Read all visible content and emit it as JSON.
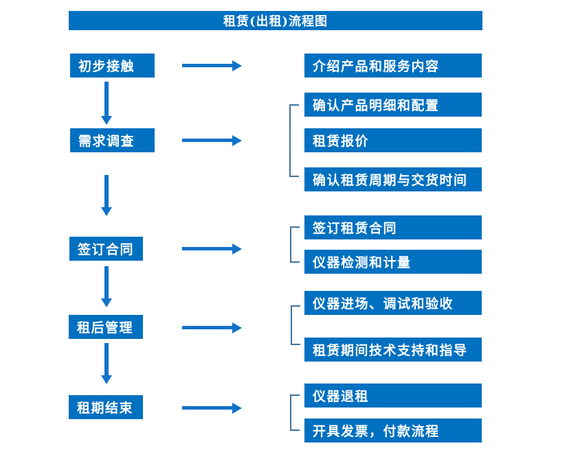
{
  "title": "租赁(出租)流程图",
  "colors": {
    "box_blue": "#0070c0",
    "arrow_blue": "#1172c8",
    "bracket_blue": "#41719c",
    "text_white": "#ffffff"
  },
  "flow": [
    {
      "stage": "初步接触",
      "details": [
        "介绍产品和服务内容"
      ]
    },
    {
      "stage": "需求调查",
      "details": [
        "确认产品明细和配置",
        "租赁报价",
        "确认租赁周期与交货时间"
      ]
    },
    {
      "stage": "签订合同",
      "details": [
        "签订租赁合同",
        "仪器检测和计量"
      ]
    },
    {
      "stage": "租后管理",
      "details": [
        "仪器进场、调试和验收",
        "租赁期间技术支持和指导"
      ]
    },
    {
      "stage": "租期结束",
      "details": [
        "仪器退租",
        "开具发票，付款流程"
      ]
    }
  ]
}
